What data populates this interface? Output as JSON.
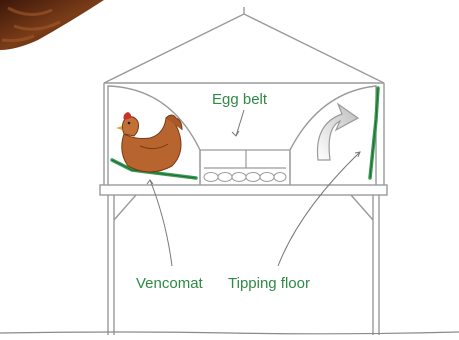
{
  "labels": {
    "egg_belt": "Egg belt",
    "vencomat": "Vencomat",
    "tipping_floor": "Tipping floor"
  },
  "colors": {
    "label_green": "#2f8a45",
    "line_gray": "#9a9a9a",
    "floor_green": "#3a9a52",
    "hen_body": "#b8642f",
    "hen_comb": "#c8322a",
    "photo_dark": "#5a2a12"
  },
  "icons": {
    "hen": "hen-icon",
    "arrow": "curved-arrow-icon"
  }
}
